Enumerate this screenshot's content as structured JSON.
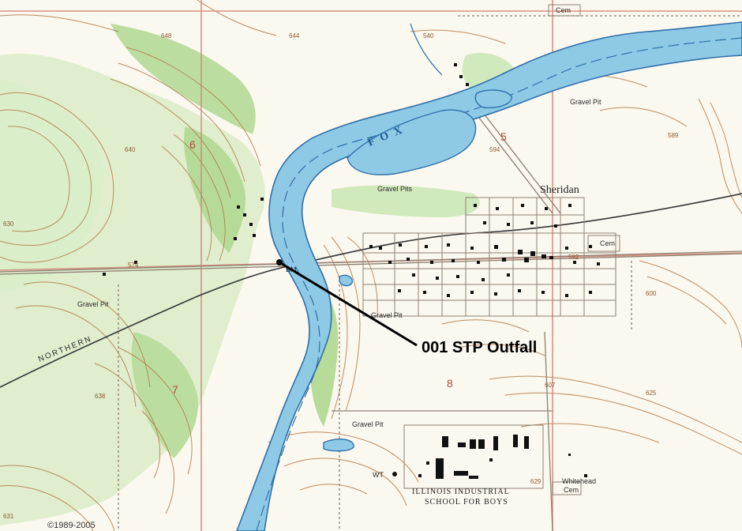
{
  "map": {
    "river_label": "FOX",
    "places": {
      "sheridan": "Sheridan",
      "whitehead": "Whitehead",
      "whitehead_cem": "Cem",
      "cem_east": "Cem",
      "cem_top": "Cem"
    },
    "gravel": {
      "pits_center": "Gravel Pits",
      "pit_east": "Gravel Pit",
      "pit_south": "Gravel Pit",
      "pit_southeast": "Gravel Pit",
      "pit_west": "Gravel Pit"
    },
    "school": {
      "line1": "ILLINOIS INDUSTRIAL",
      "line2": "SCHOOL FOR BOYS"
    },
    "railroad": "NORTHERN",
    "sections": [
      "6",
      "5",
      "7",
      "8"
    ],
    "elevations": [
      "648",
      "644",
      "540",
      "640",
      "594",
      "589",
      "630",
      "574",
      "592",
      "638",
      "607",
      "625",
      "629",
      "631",
      "600"
    ],
    "small_labels": {
      "wt": "WT",
      "bm": "BM"
    },
    "annotation": {
      "label": "001 STP Outfall"
    },
    "copyright": "©1989-2005"
  },
  "colors": {
    "water": "#8ecae6",
    "water_edge": "#2f6fa8",
    "forest": "#bfe3a8",
    "contour": "#b07a4a",
    "grid": "#d4867a",
    "road": "#9c8b7a",
    "annotation": "#000000"
  }
}
